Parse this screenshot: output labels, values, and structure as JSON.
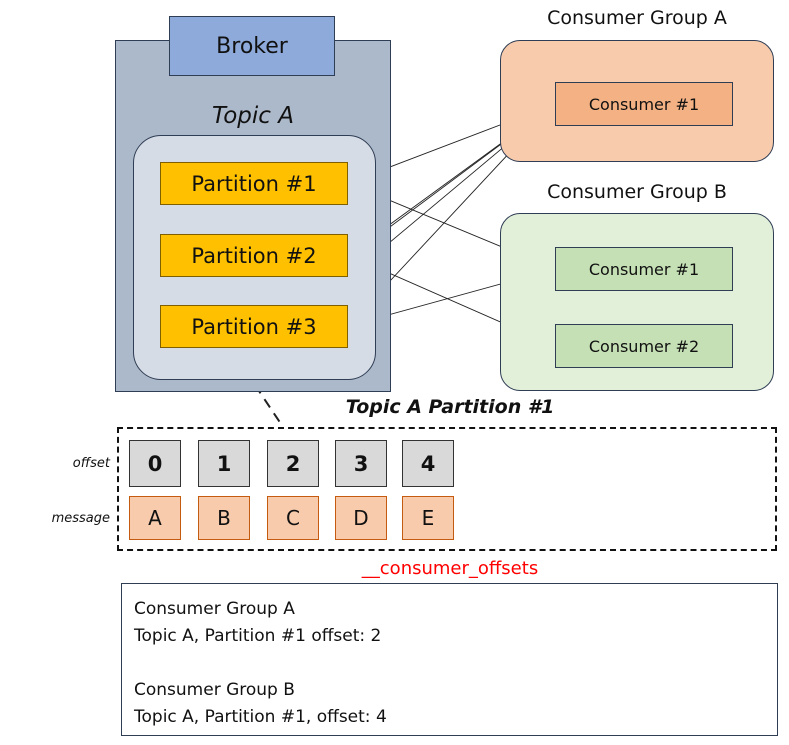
{
  "broker": {
    "label": "Broker"
  },
  "topic": {
    "title": "Topic A",
    "partitions": [
      "Partition #1",
      "Partition #2",
      "Partition #3"
    ]
  },
  "groups": [
    {
      "title": "Consumer Group A",
      "consumers": [
        "Consumer #1"
      ]
    },
    {
      "title": "Consumer Group B",
      "consumers": [
        "Consumer #1",
        "Consumer #2"
      ]
    }
  ],
  "partition_detail": {
    "title": "Topic A Partition #1",
    "offset_label": "offset",
    "message_label": "message",
    "offsets": [
      "0",
      "1",
      "2",
      "3",
      "4"
    ],
    "messages": [
      "A",
      "B",
      "C",
      "D",
      "E"
    ]
  },
  "consumer_offsets": {
    "title": "__consumer_offsets",
    "entries": [
      {
        "group": "Consumer Group A",
        "detail": "Topic A, Partition #1 offset: 2"
      },
      {
        "group": "Consumer Group B",
        "detail": "Topic A, Partition #1, offset: 4"
      }
    ]
  }
}
